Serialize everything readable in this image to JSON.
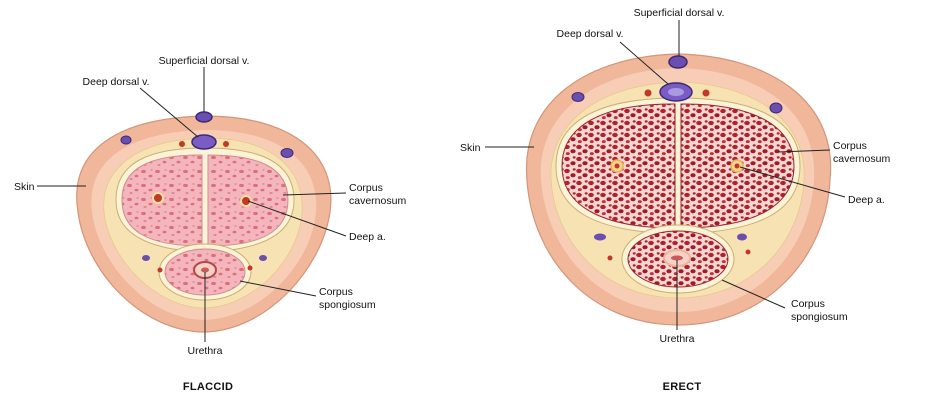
{
  "colors": {
    "skin_outer": "#f0b79a",
    "skin_inner": "#f7cdb5",
    "fascia": "#f6e2b3",
    "tunica": "#fbf3d8",
    "flaccid_erectile": "#f0a6ae",
    "erect_erectile": "#b8262f",
    "vein": "#6b4fb0",
    "artery": "#c0392b"
  },
  "flaccid": {
    "caption": "FLACCID",
    "labels": {
      "superficial_dorsal_v": "Superficial dorsal v.",
      "deep_dorsal_v": "Deep dorsal v.",
      "skin": "Skin",
      "corpus_cavernosum_1": "Corpus",
      "corpus_cavernosum_2": "cavernosum",
      "deep_a": "Deep a.",
      "corpus_spongiosum_1": "Corpus",
      "corpus_spongiosum_2": "spongiosum",
      "urethra": "Urethra"
    }
  },
  "erect": {
    "caption": "ERECT",
    "labels": {
      "superficial_dorsal_v": "Superficial dorsal v.",
      "deep_dorsal_v": "Deep dorsal v.",
      "skin": "Skin",
      "corpus_cavernosum_1": "Corpus",
      "corpus_cavernosum_2": "cavernosum",
      "deep_a": "Deep a.",
      "corpus_spongiosum_1": "Corpus",
      "corpus_spongiosum_2": "spongiosum",
      "urethra": "Urethra"
    }
  }
}
